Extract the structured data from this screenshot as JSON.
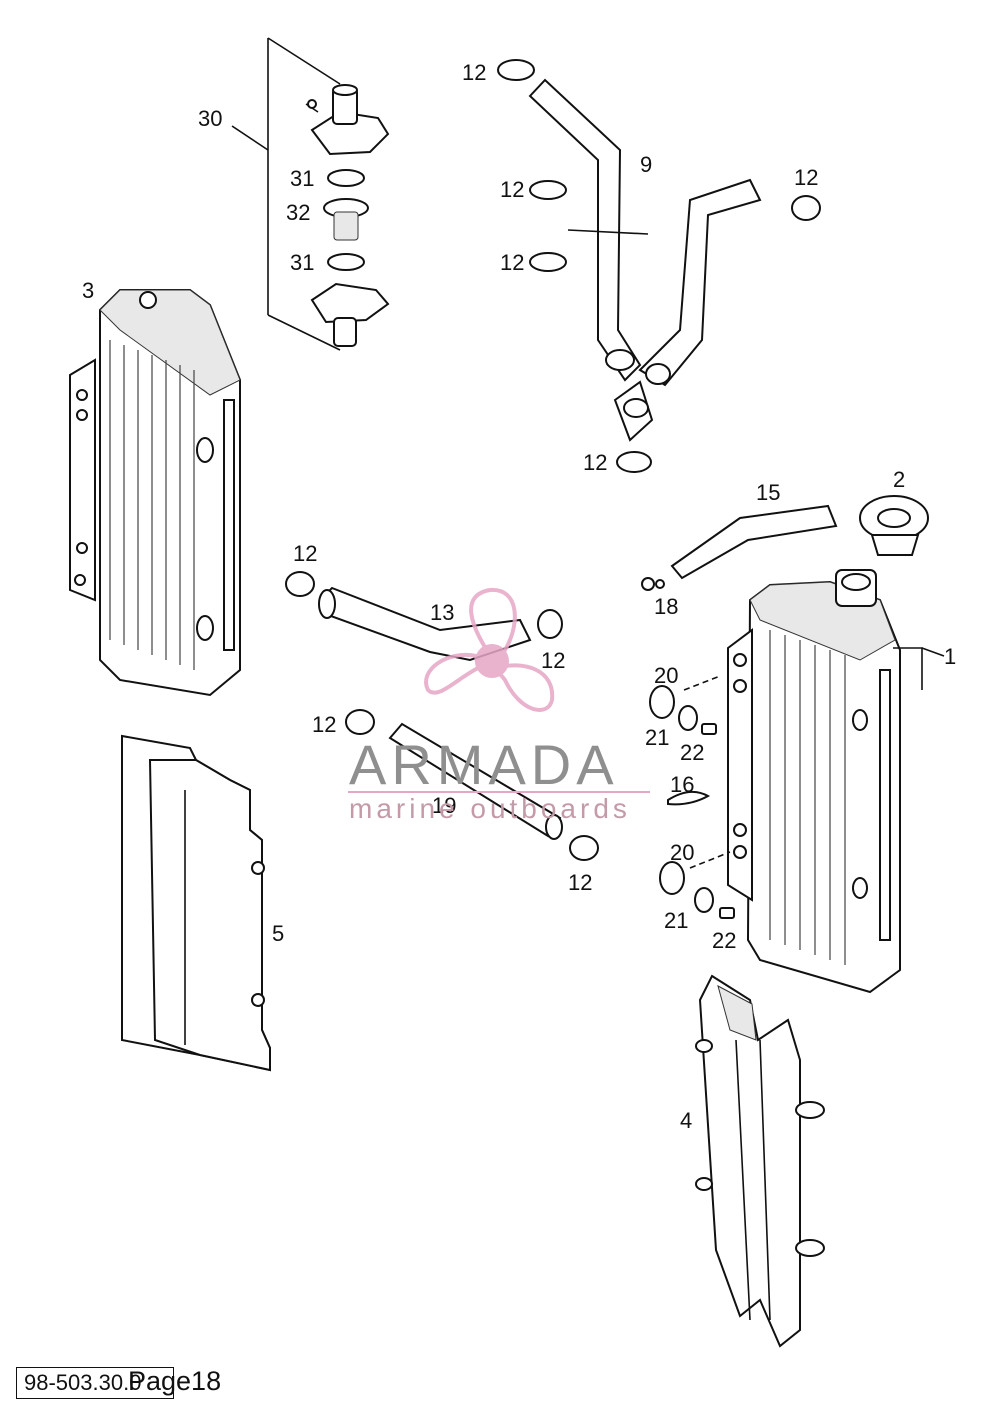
{
  "callouts": {
    "c1": "1",
    "c2": "2",
    "c3": "3",
    "c4": "4",
    "c5": "5",
    "c9": "9",
    "c13": "13",
    "c15": "15",
    "c16": "16",
    "c18": "18",
    "c19": "19",
    "c20a": "20",
    "c20b": "20",
    "c21a": "21",
    "c21b": "21",
    "c22a": "22",
    "c22b": "22",
    "c30": "30",
    "c31a": "31",
    "c31b": "31",
    "c32": "32",
    "c12a": "12",
    "c12b": "12",
    "c12c": "12",
    "c12d": "12",
    "c12e": "12",
    "c12f": "12",
    "c12g": "12",
    "c12h": "12",
    "c12i": "12"
  },
  "footer": {
    "code": "98-503.30.0",
    "page": "Page18"
  },
  "watermark": {
    "title": "ARMADA",
    "subtitle": "marine outboards",
    "color_pink": "#e6a6c6",
    "color_gray": "#8f8f8f"
  }
}
